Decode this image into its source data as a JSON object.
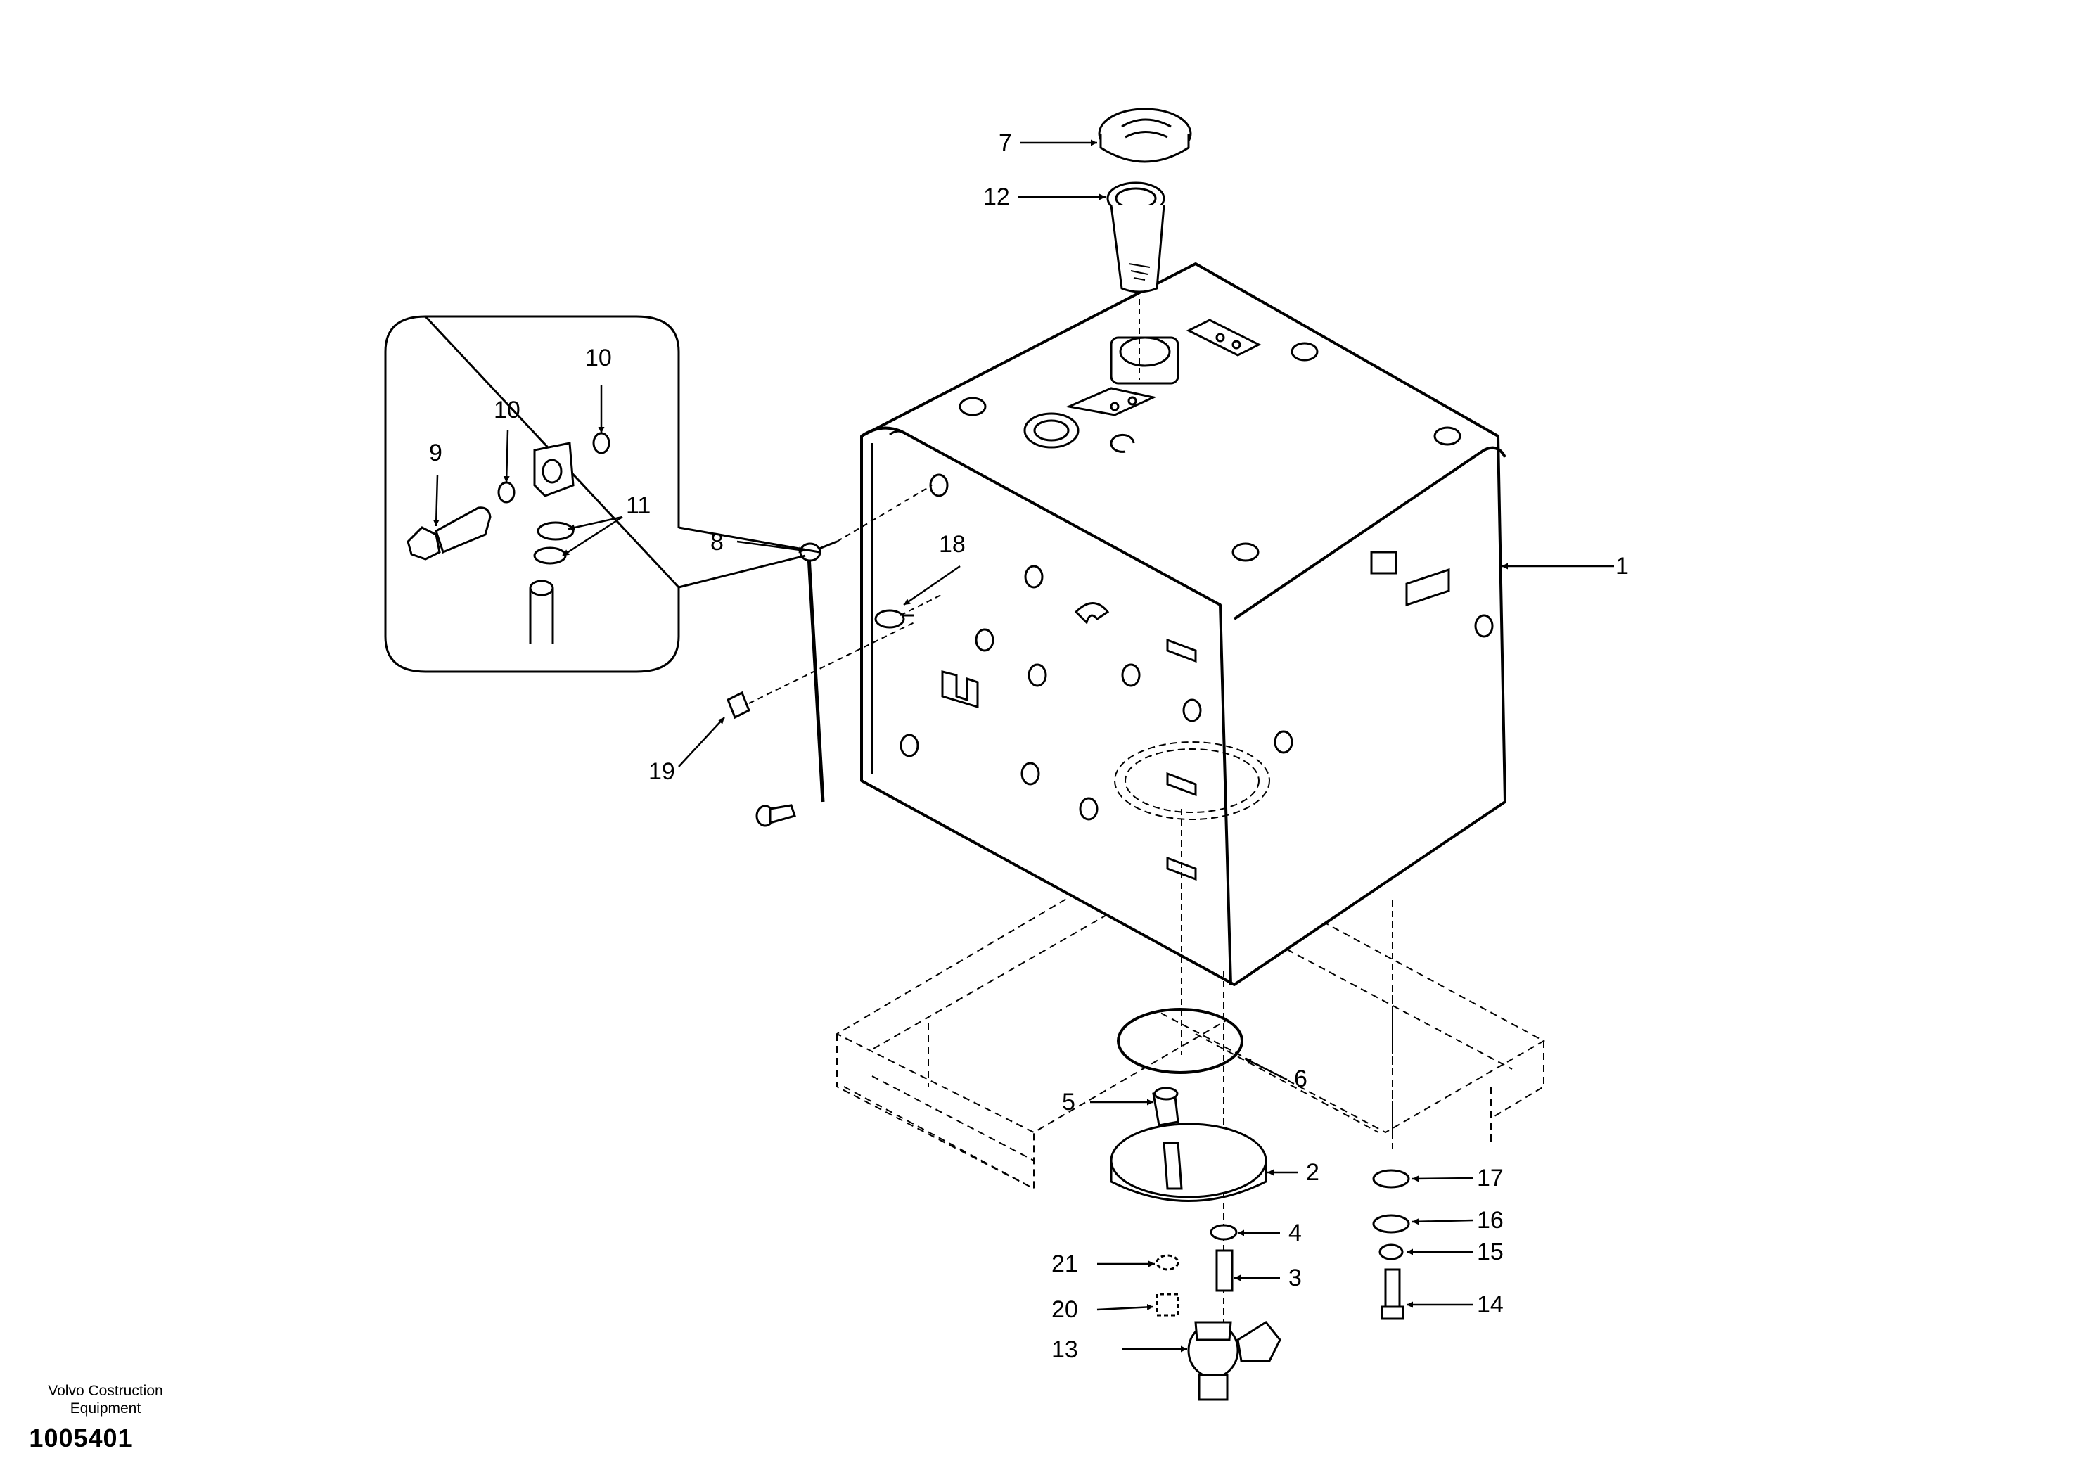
{
  "diagram": {
    "callouts": [
      "1",
      "2",
      "3",
      "4",
      "5",
      "6",
      "7",
      "8",
      "9",
      "10",
      "10",
      "11",
      "12",
      "13",
      "14",
      "15",
      "16",
      "17",
      "18",
      "19",
      "20",
      "21"
    ]
  },
  "footer": {
    "company_line1": "Volvo Costruction",
    "company_line2": "Equipment",
    "drawing_number": "1005401"
  }
}
